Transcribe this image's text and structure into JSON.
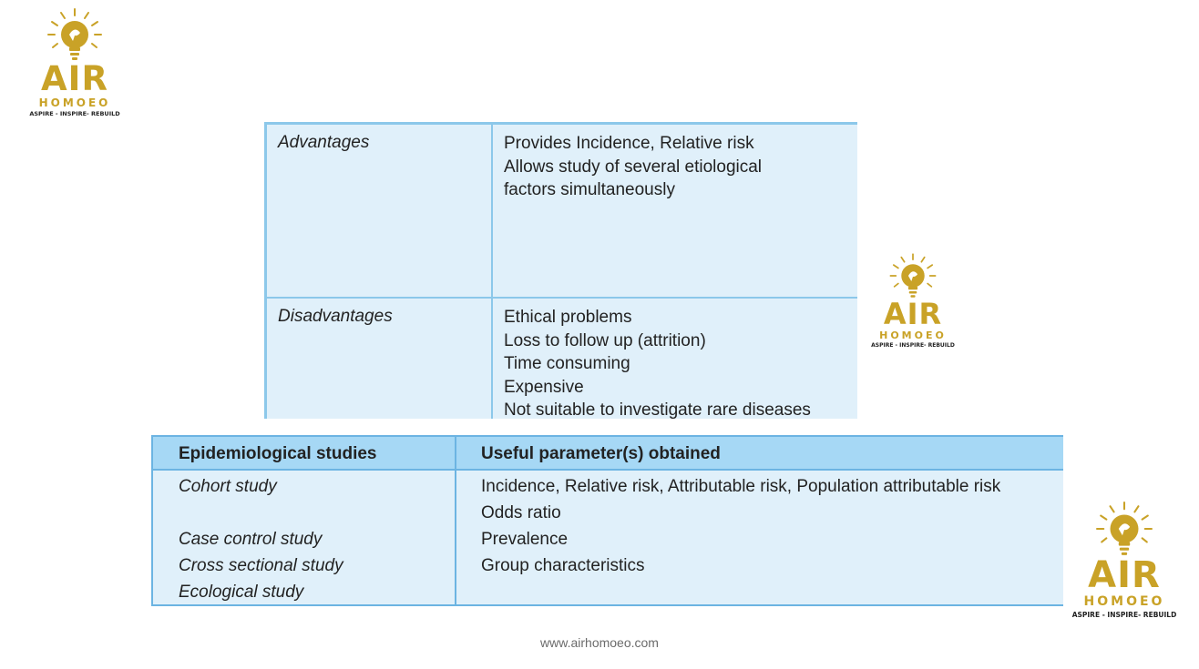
{
  "logos": [
    {
      "title": "AIR",
      "subtitle": "HOMOEO",
      "tagline": "ASPIRE - INSPIRE- REBUILD"
    },
    {
      "title": "AIR",
      "subtitle": "HOMOEO",
      "tagline": "ASPIRE - INSPIRE- REBUILD"
    },
    {
      "title": "AIR",
      "subtitle": "HOMOEO",
      "tagline": "ASPIRE - INSPIRE- REBUILD"
    }
  ],
  "cohort_table": {
    "rows": [
      {
        "label": "Advantages",
        "lines": [
          "Provides Incidence, Relative risk",
          "Allows study of several etiological",
          "factors simultaneously"
        ]
      },
      {
        "label": "Disadvantages",
        "lines": [
          "Ethical problems",
          "Loss to follow up (attrition)",
          "Time consuming",
          "Expensive",
          "Not suitable to investigate rare diseases"
        ]
      }
    ]
  },
  "studies_table": {
    "headers": [
      "Epidemiological studies",
      "Useful parameter(s) obtained"
    ],
    "studies": [
      "Cohort study",
      "Case control study",
      "Cross sectional study",
      "Ecological study"
    ],
    "parameters": [
      "Incidence, Relative risk, Attributable risk, Population attributable risk",
      "Odds ratio",
      "Prevalence",
      "Group characteristics"
    ]
  },
  "footer": {
    "url": "www.airhomoeo.com"
  },
  "colors": {
    "brand_gold": "#c9a227",
    "table_bg": "#e0f0fa",
    "table_header": "#a6d8f5",
    "table_border": "#6cb4e2"
  }
}
